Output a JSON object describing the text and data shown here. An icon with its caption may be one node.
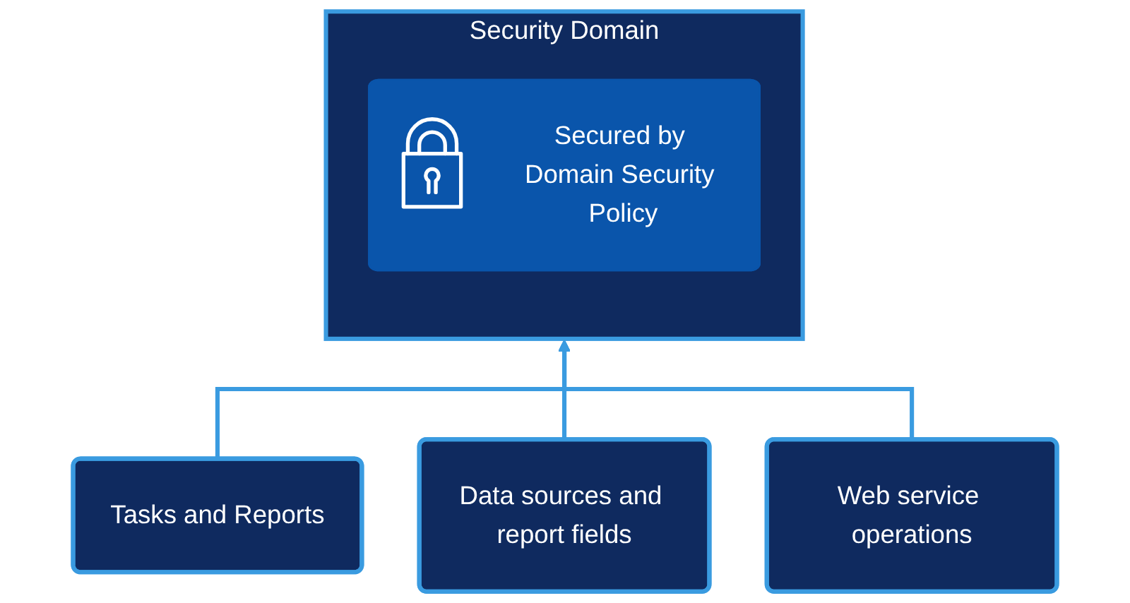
{
  "diagram": {
    "nodes": [
      {
        "text": [
          "Security Domain"
        ]
      },
      {
        "text": [
          "Secured by Domain Security Policy"
        ],
        "in": 0
      },
      {
        "text": [
          "Tasks and Reports"
        ]
      },
      {
        "text": [
          "Data sources and report fields"
        ]
      },
      {
        "text": [
          "Web service operations"
        ]
      }
    ],
    "edges": [
      {
        "from": 2,
        "to": 0,
        "arrow": "to"
      },
      {
        "from": 3,
        "to": 0,
        "arrow": "to"
      },
      {
        "from": 4,
        "to": 0,
        "arrow": "to"
      }
    ]
  }
}
